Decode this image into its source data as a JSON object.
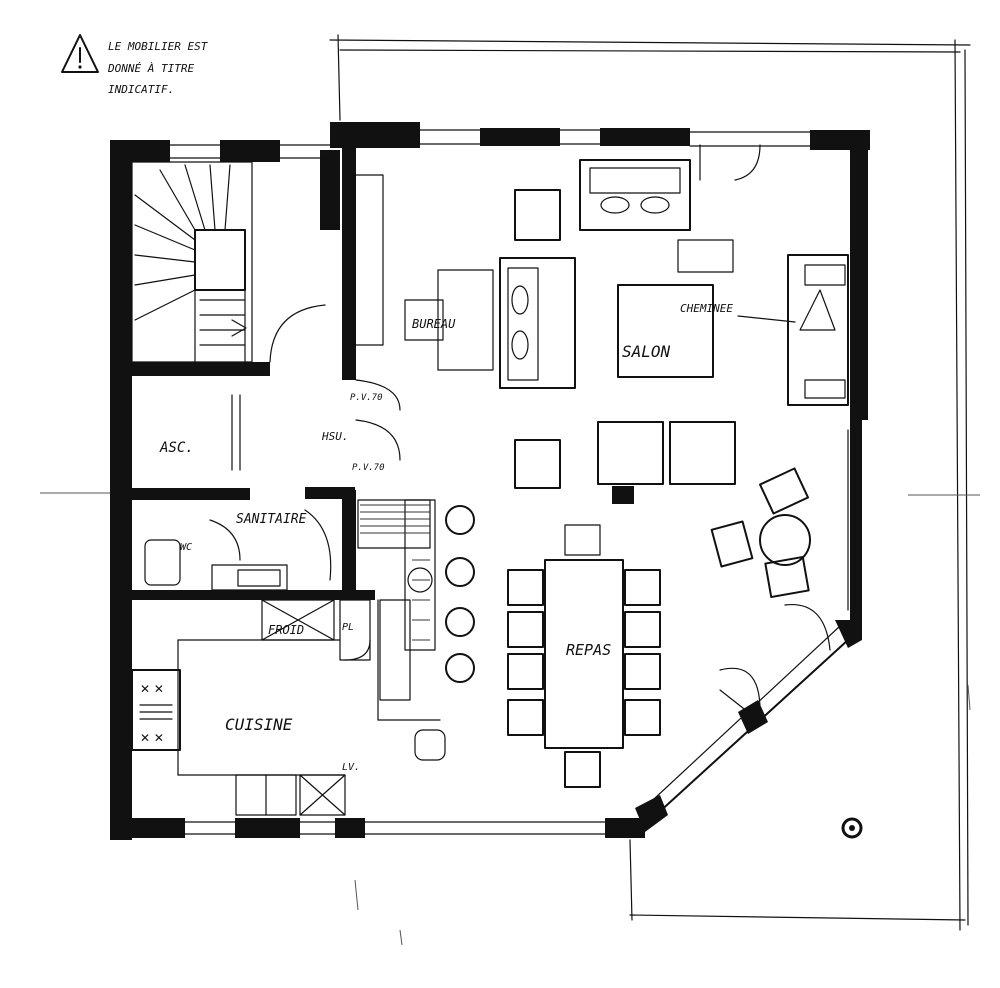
{
  "note": {
    "lines": [
      "LE MOBILIER EST",
      "DONNÉ À TITRE",
      "INDICATIF."
    ]
  },
  "rooms": {
    "bureau": "BUREAU",
    "salon": "SALON",
    "cheminee": "CHEMINEE",
    "asc": "ASC.",
    "sanitaire": "SANITAIRE",
    "wc": "WC",
    "froid": "FROID",
    "pl": "PL",
    "repas": "REPAS",
    "cuisine": "CUISINE",
    "lv": "LV."
  },
  "annotations": {
    "pv70_top": "P.V.70",
    "hsu": "HSU.",
    "pv70_bottom": "P.V.70"
  }
}
